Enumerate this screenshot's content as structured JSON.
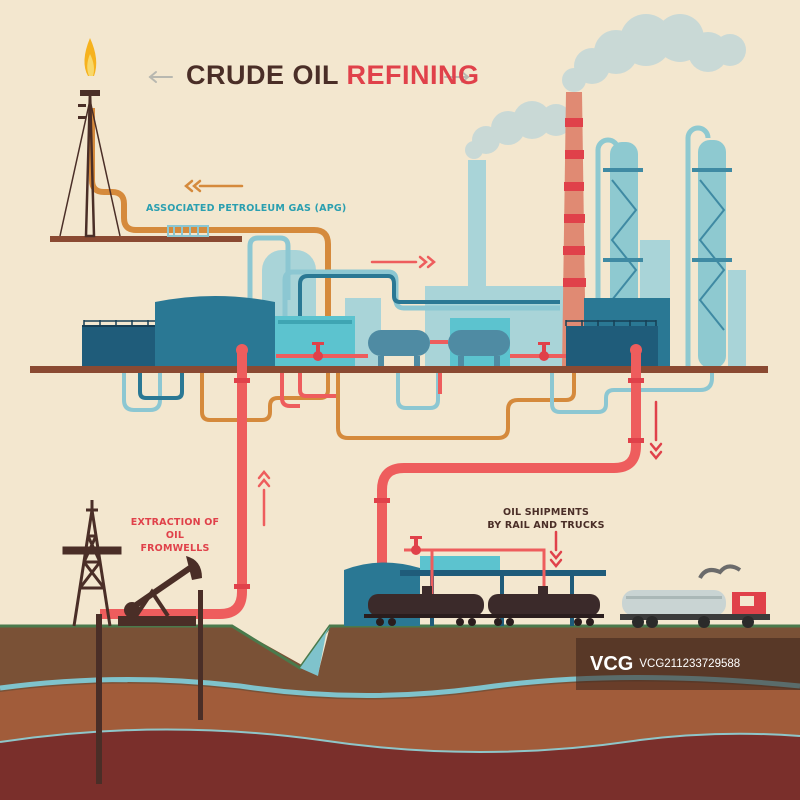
{
  "title": {
    "part1": "CRUDE OIL",
    "part2": "REFINING"
  },
  "labels": {
    "apg": "ASSOCIATED PETROLEUM GAS (APG)",
    "extraction_line1": "EXTRACTION OF OIL",
    "extraction_line2": "FROMWELLS",
    "shipments_line1": "OIL SHIPMENTS",
    "shipments_line2": "BY RAIL AND TRUCKS"
  },
  "watermark": {
    "logo": "VCG",
    "id": "VCG211233729588"
  },
  "colors": {
    "background": "#f3e7cf",
    "crude_pipe": "#ee5d5d",
    "gas_pipe": "#d58a3c",
    "light_pipe": "#8cc7d2",
    "tank_dark": "#1f5c7a",
    "tank_mid": "#2a7894",
    "tank_teal": "#5cc3cf",
    "ground_top": "#7a5136",
    "ground_mid": "#a15c3a",
    "ground_deep": "#7a2f2b",
    "water": "#7fc3cc",
    "text_dark": "#4a2e27",
    "text_red": "#e0414a",
    "text_blue": "#2a9fb0"
  }
}
